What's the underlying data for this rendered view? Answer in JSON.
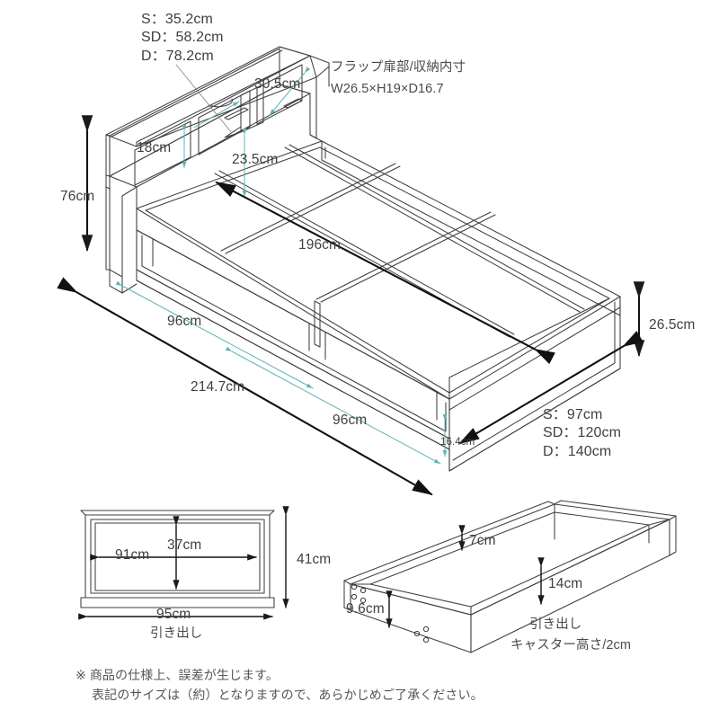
{
  "document": {
    "type": "furniture-dimension-diagram",
    "product": "storage bed with flap-door headboard",
    "background_color": "#ffffff",
    "line_color": "#3f3f3f",
    "dim_line_color": "#7fbfbf",
    "arrow_color": "#1a1a1a"
  },
  "headboard_spec": {
    "line1": "S：35.2cm",
    "line2": "SD：58.2cm",
    "line3": "D：78.2cm"
  },
  "flap_note": {
    "line1": "フラップ扉部/収納内寸",
    "line2": "W26.5×H19×D16.7"
  },
  "width_spec": {
    "line1": "S：97cm",
    "line2": "SD：120cm",
    "line3": "D：140cm"
  },
  "dimensions": {
    "headboard_shelf_width": "30.5cm",
    "headboard_opening_height": "18cm",
    "headboard_to_deck": "23.5cm",
    "total_height": "76cm",
    "mattress_length": "196cm",
    "drawer_section_upper": "96cm",
    "drawer_section_lower": "96cm",
    "total_length": "214.7cm",
    "base_height": "26.5cm",
    "rail_gap": "16.4cm"
  },
  "drawer_front": {
    "inner_width": "91cm",
    "inner_height": "37cm",
    "outer_height": "41cm",
    "outer_width": "95cm",
    "caption": "引き出し"
  },
  "drawer_iso": {
    "side_wall_top": "7cm",
    "side_height": "14cm",
    "front_height": "9.6cm",
    "caption_line1": "引き出し",
    "caption_line2": "キャスター高さ/2cm"
  },
  "footer": {
    "line1": "※ 商品の仕様上、誤差が生じます。",
    "line2": "表記のサイズは（約）となりますので、あらかじめご了承ください。"
  }
}
